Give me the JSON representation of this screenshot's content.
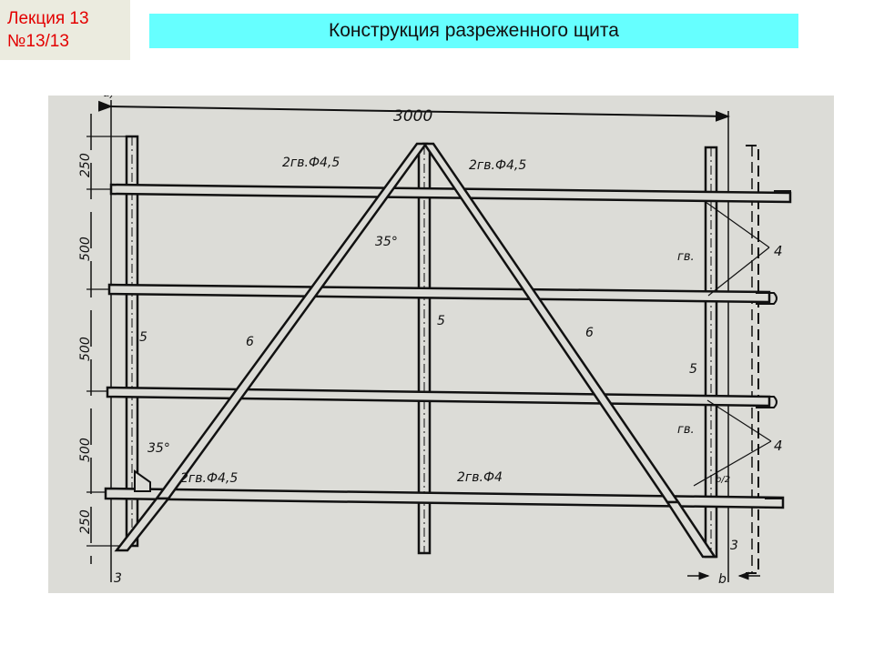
{
  "header": {
    "lecture_line1": "Лекция 13",
    "lecture_line2": "№13/13",
    "title": "Конструкция разреженного щита"
  },
  "colors": {
    "lecture_text": "#e30000",
    "lecture_bg": "#ebebdf",
    "title_bg": "#66ffff",
    "drawing_bg": "#dcdcd7",
    "ink": "#111111"
  },
  "drawing": {
    "figure_tag": "а)",
    "overall_width": "3000",
    "dimensions_left": [
      "250",
      "500",
      "500",
      "500",
      "250"
    ],
    "angle_top": "35°",
    "angle_bottom": "35°",
    "weld_top_left": "2гв.Ф4,5",
    "weld_top_right": "2гв.Ф4,5",
    "weld_bottom_left": "2гв.Ф4,5",
    "weld_bottom_center": "2гв.Ф4",
    "nail_upper": "гв.",
    "nail_lower": "гв.",
    "part_3_left": "3",
    "part_3_right": "3",
    "part_4_upper": "4",
    "part_4_lower": "4",
    "part_5_left": "5",
    "part_5_center": "5",
    "part_5_right": "5",
    "part_6_left": "6",
    "part_6_right": "6",
    "dim_b": "b",
    "dim_b_half": "b/2"
  }
}
